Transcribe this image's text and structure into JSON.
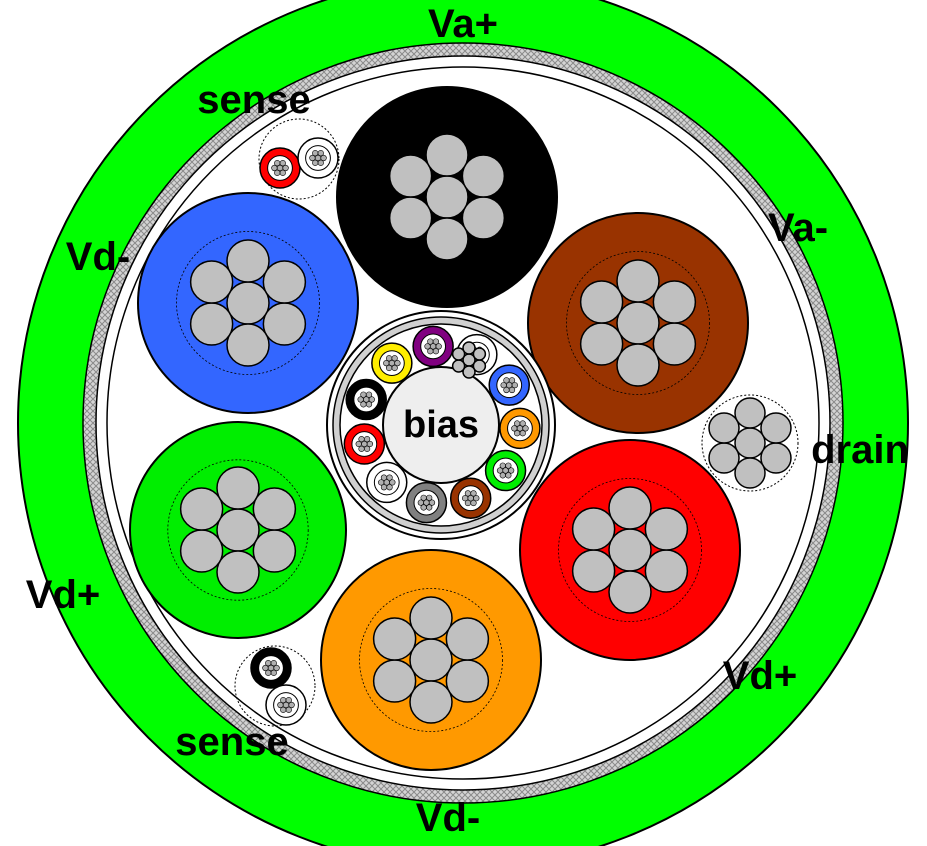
{
  "labels": {
    "va_plus": "Va+",
    "va_minus": "Va-",
    "sense_top": "sense",
    "sense_bottom": "sense",
    "vd_minus_left": "Vd-",
    "vd_minus_bottom": "Vd-",
    "vd_plus_left": "Vd+",
    "vd_plus_right": "Vd+",
    "drain": "drain",
    "bias": "bias"
  },
  "colors": {
    "jacket": "#00ff00",
    "braid": "#c8c8c8",
    "conductor": "#c0c0c0",
    "bias_core": "#eeeeee",
    "va_plus": "#000000",
    "va_minus": "#993300",
    "vd_plus_right": "#ff0000",
    "vd_minus_bottom": "#ff9900",
    "vd_plus_left": "#00ee00",
    "vd_minus_left": "#3366ff",
    "sense_top_red": "#ff0000",
    "sense_top_white": "#ffffff",
    "sense_bottom_black": "#000000",
    "sense_bottom_white": "#ffffff",
    "drain": "#ffffff"
  },
  "bias_pair_colors": [
    "#800080",
    "#ffffff",
    "#3366ff",
    "#ff9900",
    "#00ee00",
    "#993300",
    "#808080",
    "#ffffff",
    "#ff0000",
    "#000000",
    "#ffee00"
  ]
}
